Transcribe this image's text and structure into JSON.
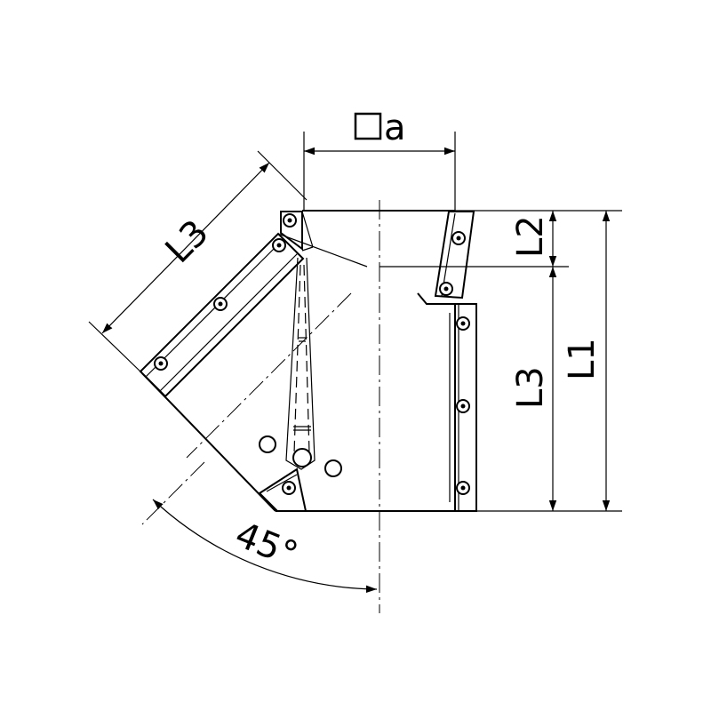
{
  "labels": {
    "square_a": "a",
    "l2": "L2",
    "l1": "L1",
    "l3_vertical": "L3",
    "l3_diagonal": "L3",
    "angle": "45°"
  },
  "colors": {
    "stroke": "#000000",
    "background": "#ffffff"
  }
}
